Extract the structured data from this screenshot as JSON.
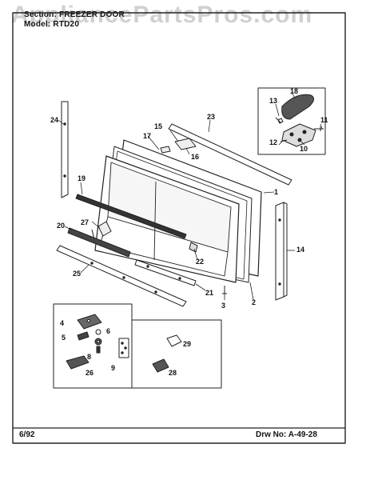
{
  "watermark": "AppliancePartsPros.com",
  "header": {
    "section_label": "Section:",
    "section_value": "FREEZER DOOR",
    "model_label": "Model:",
    "model_value": "RTD20"
  },
  "footer": {
    "date": "6/92",
    "drawing_label": "Drw No:",
    "drawing_number": "A-49-28"
  },
  "callouts": {
    "c1": "1",
    "c2": "2",
    "c3": "3",
    "c4": "4",
    "c5": "5",
    "c6": "6",
    "c8": "8",
    "c9": "9",
    "c10": "10",
    "c11": "11",
    "c12": "12",
    "c13": "13",
    "c14": "14",
    "c15": "15",
    "c16": "16",
    "c17": "17",
    "c18": "18",
    "c19": "19",
    "c20": "20",
    "c21": "21",
    "c22": "22",
    "c23": "23",
    "c24": "24",
    "c25": "25",
    "c26": "26",
    "c27": "27",
    "c28": "28",
    "c29": "29"
  }
}
